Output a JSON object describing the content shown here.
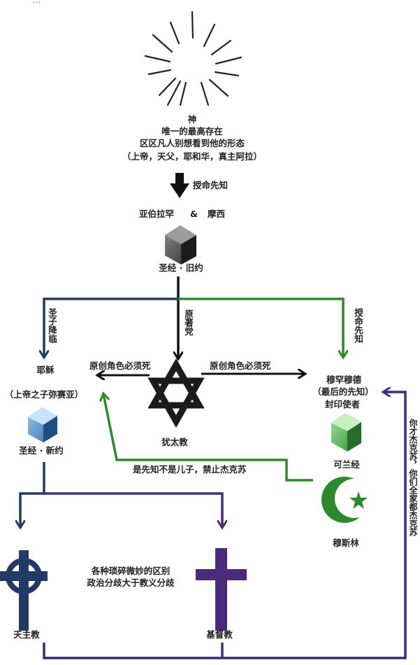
{
  "top_caption": "…",
  "god": {
    "name": "神",
    "line1": "唯一的最高存在",
    "line2": "区区凡人别想看到他的形态",
    "line3": "（上帝，天父，耶和华，真主阿拉）"
  },
  "mandate_label": "授命先知",
  "prophets": {
    "left": "亚伯拉罕",
    "amp": "&",
    "right": "摩西"
  },
  "old_testament": "圣经 · 旧约",
  "judaism": "犹太教",
  "original_party": "原著党",
  "original_char_left": "原创角色必须死",
  "original_char_right": "原创角色必须死",
  "son_descends": "圣子降临",
  "mandate_prophet_right": "授命先知",
  "jesus": {
    "name": "耶稣",
    "subtitle": "（上帝之子弥赛亚）"
  },
  "new_testament": "圣经 · 新约",
  "muhammad": {
    "name": "穆罕穆德",
    "subtitle": "（最后的先知）",
    "title": "封印使者"
  },
  "koran": "可兰经",
  "islam": "穆斯林",
  "prophet_not_son": "是先知不是儿子，禁止杰克苏",
  "jack_sue": "你才杰克苏，你们全家都杰克苏",
  "differences": {
    "line1": "各种琐碎微妙的区别",
    "line2": "政治分歧大于教义分歧"
  },
  "catholic": "天主教",
  "protestant": "基督教",
  "colors": {
    "navy": "#243a66",
    "green": "#2c8a2c",
    "purple": "#4a2a7a",
    "black": "#111111"
  }
}
